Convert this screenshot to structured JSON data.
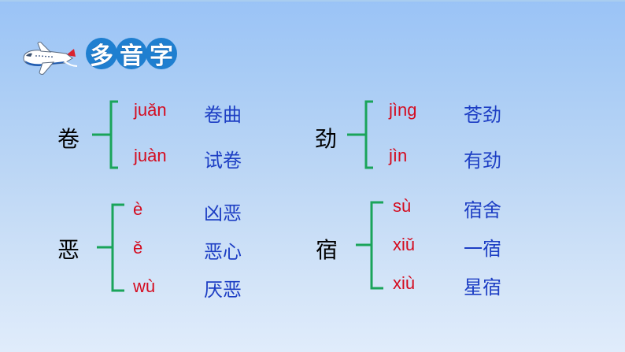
{
  "title": {
    "chars": [
      "多",
      "音",
      "字"
    ],
    "text": "多音字",
    "icon": "airplane-icon"
  },
  "colors": {
    "pinyin": "#d40c20",
    "word": "#1d3ec4",
    "bracket": "#1aa45a",
    "title_circle": "#1f7fd0"
  },
  "groups": [
    {
      "char": "卷",
      "readings": [
        {
          "pinyin": "juǎn",
          "word": "卷曲"
        },
        {
          "pinyin": "juàn",
          "word": "试卷"
        }
      ]
    },
    {
      "char": "劲",
      "readings": [
        {
          "pinyin": "jìng",
          "word": "苍劲"
        },
        {
          "pinyin": "jìn",
          "word": "有劲"
        }
      ]
    },
    {
      "char": "恶",
      "readings": [
        {
          "pinyin": "è",
          "word": "凶恶"
        },
        {
          "pinyin": "ě",
          "word": "恶心"
        },
        {
          "pinyin": "wù",
          "word": "厌恶"
        }
      ]
    },
    {
      "char": "宿",
      "readings": [
        {
          "pinyin": "sù",
          "word": "宿舍"
        },
        {
          "pinyin": "xiǔ",
          "word": "一宿"
        },
        {
          "pinyin": "xiù",
          "word": "星宿"
        }
      ]
    }
  ]
}
